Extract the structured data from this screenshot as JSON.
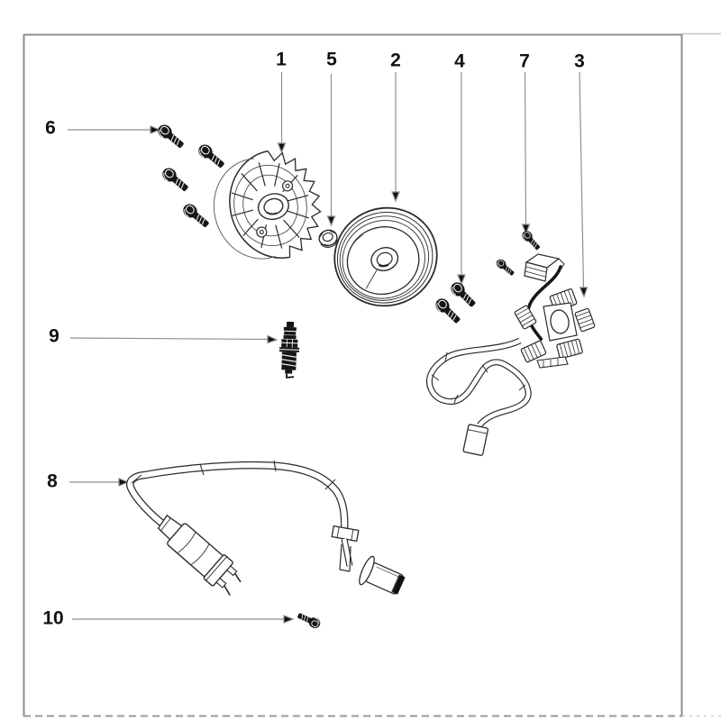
{
  "figure": {
    "kind": "exploded-parts-diagram"
  },
  "callouts": {
    "flywheel": "1",
    "rotor": "2",
    "stator": "3",
    "rotor_bolts": "4",
    "flywheel_nut": "5",
    "flywheel_bolts": "6",
    "stator_screw": "7",
    "ignition_coil": "8",
    "spark_plug": "9",
    "coil_screw": "10"
  },
  "colors": {
    "background": "#ffffff",
    "line": "#2b2b2b",
    "dark_fill": "#161616",
    "leader": "#8f8f8f",
    "frame": "#8d8d8d",
    "label": "#111111"
  }
}
